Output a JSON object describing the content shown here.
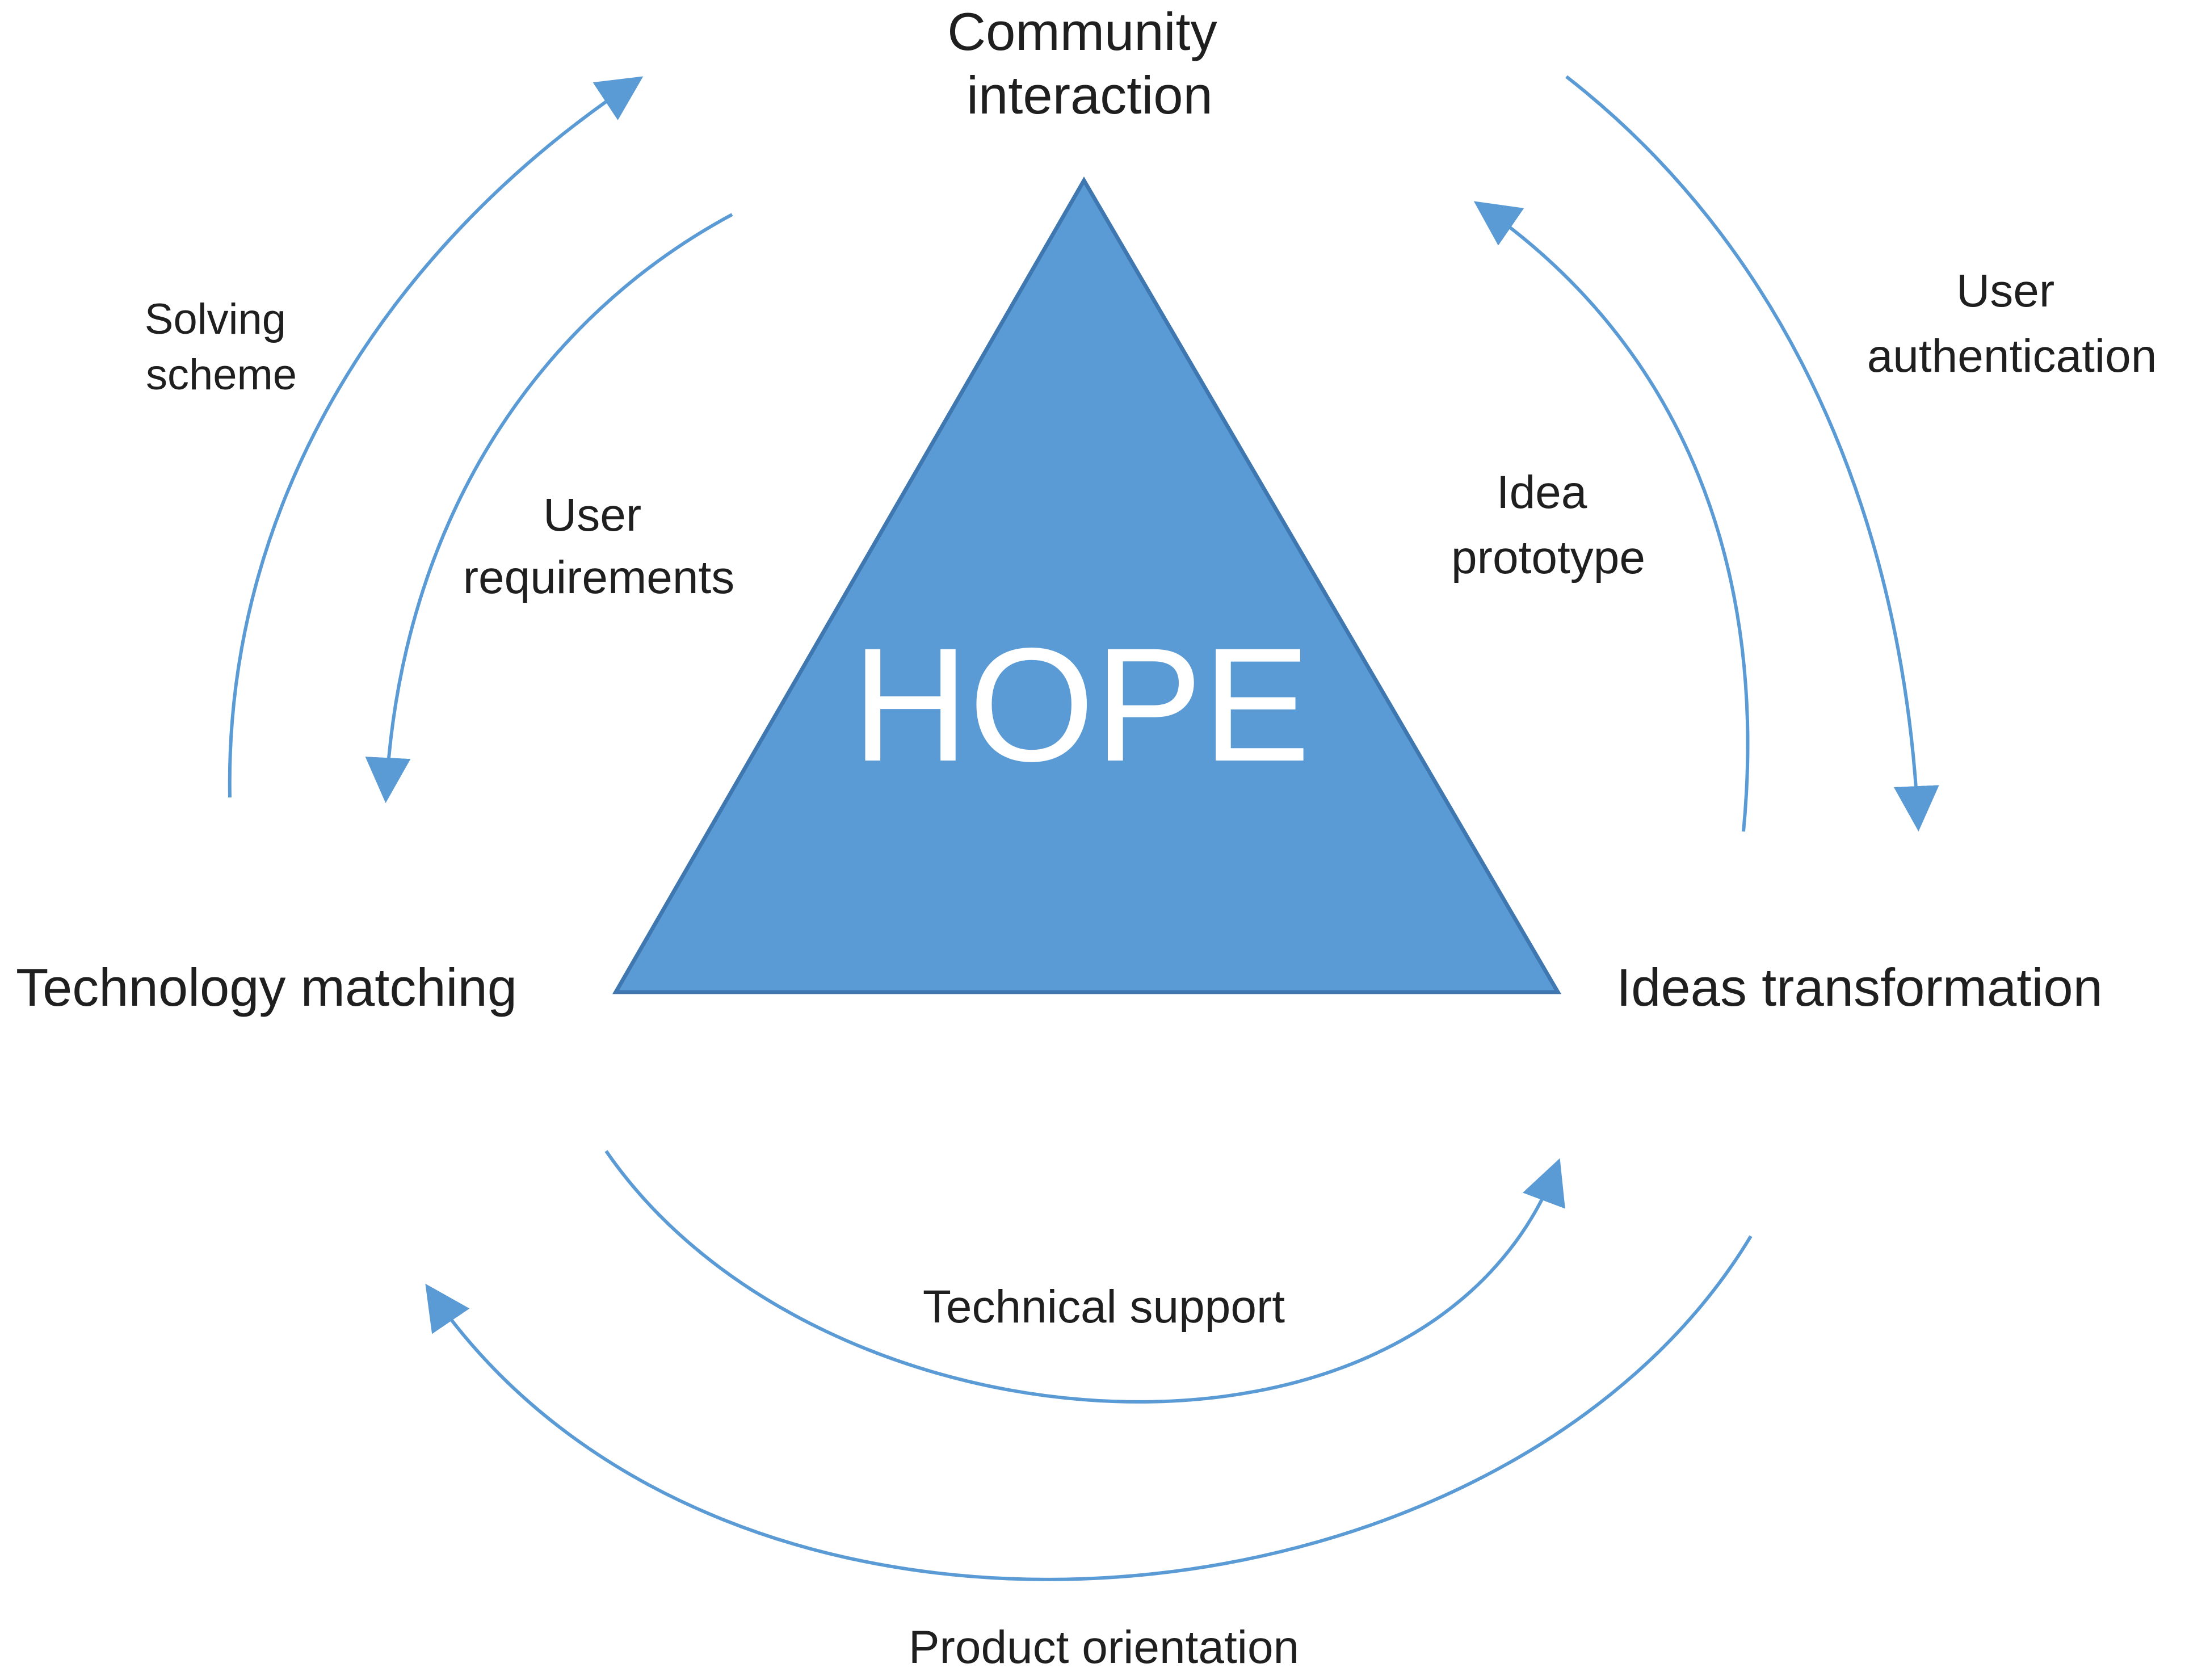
{
  "center": {
    "label": "HOPE"
  },
  "nodes": {
    "top": {
      "line1": "Community",
      "line2": "interaction"
    },
    "left": {
      "label": "Technology matching"
    },
    "right": {
      "label": "Ideas transformation"
    }
  },
  "flows": {
    "solving_scheme": {
      "line1": "Solving",
      "line2": "scheme"
    },
    "user_requirements": {
      "line1": "User",
      "line2": "requirements"
    },
    "idea_prototype": {
      "line1": "Idea",
      "line2": "prototype"
    },
    "user_authentication": {
      "line1": "User",
      "line2": "authentication"
    },
    "technical_support": {
      "label": "Technical support"
    },
    "product_orientation": {
      "label": "Product orientation"
    }
  },
  "colors": {
    "triangle_fill": "#5b9bd5",
    "triangle_stroke": "#3f77b0",
    "arrow": "#5b9bd5",
    "center_text": "#ffffff",
    "label_text": "#1f1f1f"
  }
}
